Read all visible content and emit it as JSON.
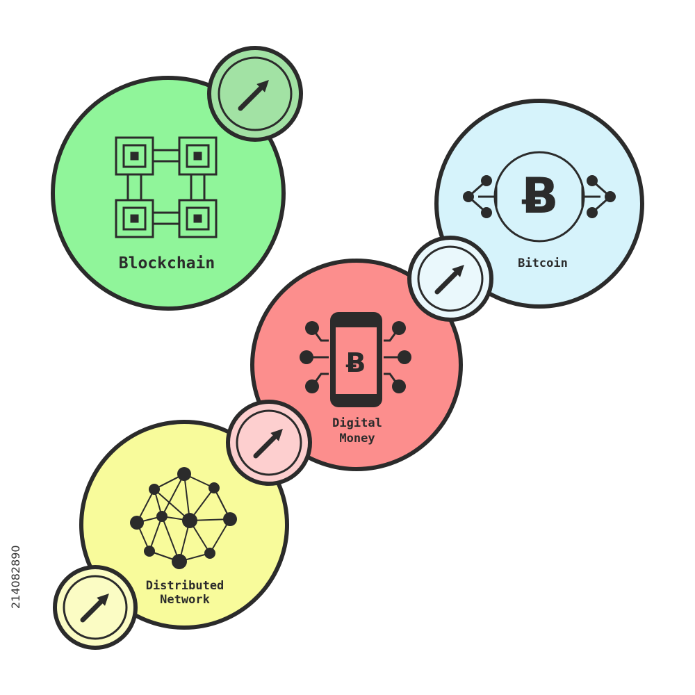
{
  "nodes": [
    {
      "id": "blockchain",
      "label_lines": [
        "Blockchain"
      ],
      "fill": "#90f59a",
      "badge_fill": "#a2e2a4",
      "icon": "blockchain-icon"
    },
    {
      "id": "bitcoin",
      "label_lines": [
        "Bitcoin"
      ],
      "fill": "#d6f3fb",
      "badge_fill": "#eaf8fc",
      "icon": "bitcoin-icon"
    },
    {
      "id": "digital-money",
      "label_lines": [
        "Digital",
        "Money"
      ],
      "fill": "#fc8e8d",
      "badge_fill": "#fdcfcf",
      "icon": "phone-bitcoin-icon"
    },
    {
      "id": "distributed-network",
      "label_lines": [
        "Distributed",
        "Network"
      ],
      "fill": "#f8fb9b",
      "badge_fill": "#fbfcc4",
      "icon": "network-icon"
    }
  ],
  "badge_icon": "arrow-up-right-icon",
  "stroke_color": "#2b2b2b",
  "side_id": "214082890"
}
